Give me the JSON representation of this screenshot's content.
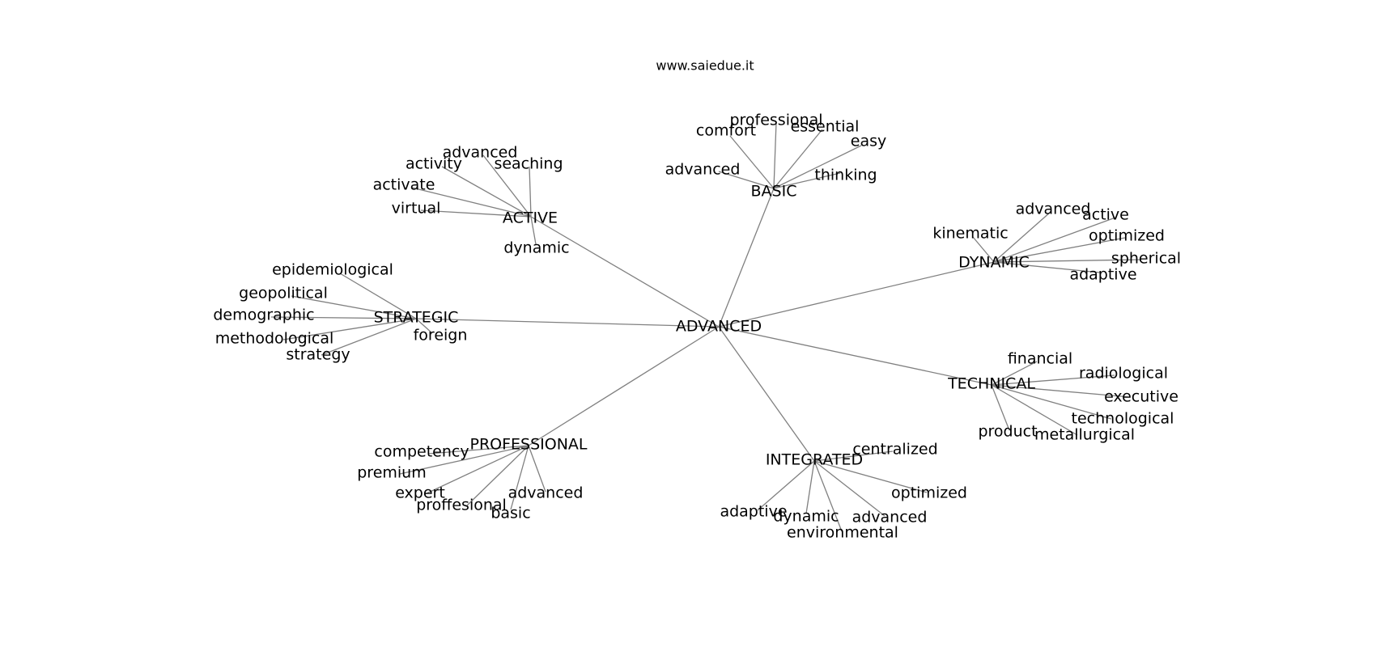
{
  "site_title": "www.saiedue.it",
  "colors": {
    "edge": "#808080",
    "text": "#000000",
    "background": "#ffffff"
  },
  "graph": {
    "root": "ADVANCED",
    "hubs": [
      {
        "label": "BASIC",
        "leaves": [
          "professional",
          "comfort",
          "essential",
          "easy",
          "advanced",
          "thinking"
        ]
      },
      {
        "label": "ACTIVE",
        "leaves": [
          "advanced",
          "activity",
          "seaching",
          "activate",
          "virtual",
          "dynamic"
        ]
      },
      {
        "label": "DYNAMIC",
        "leaves": [
          "advanced",
          "active",
          "kinematic",
          "optimized",
          "spherical",
          "adaptive"
        ]
      },
      {
        "label": "STRATEGIC",
        "leaves": [
          "epidemiological",
          "geopolitical",
          "demographic",
          "methodological",
          "strategy",
          "foreign"
        ]
      },
      {
        "label": "TECHNICAL",
        "leaves": [
          "financial",
          "radiological",
          "executive",
          "technological",
          "metallurgical",
          "product"
        ]
      },
      {
        "label": "PROFESSIONAL",
        "leaves": [
          "competency",
          "premium",
          "expert",
          "proffesional",
          "basic",
          "advanced"
        ]
      },
      {
        "label": "INTEGRATED",
        "leaves": [
          "centralized",
          "optimized",
          "advanced",
          "environmental",
          "dynamic",
          "adaptive"
        ]
      }
    ]
  }
}
